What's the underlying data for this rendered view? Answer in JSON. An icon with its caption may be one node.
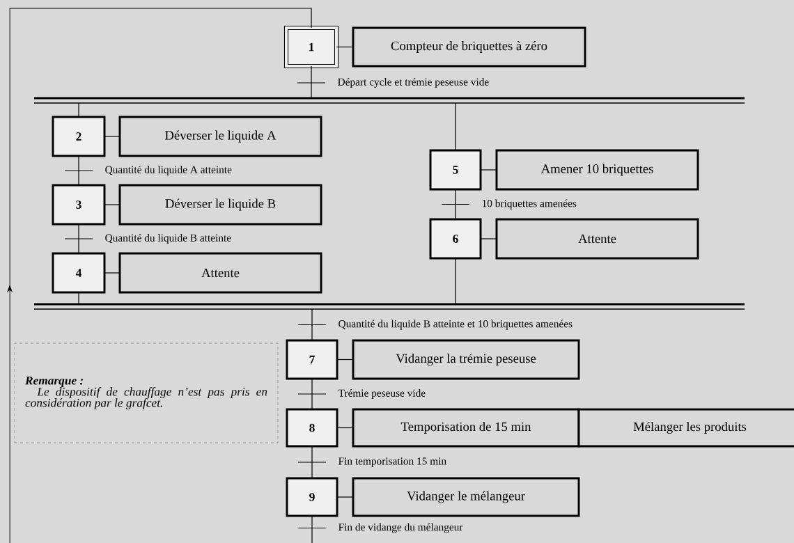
{
  "diagram": {
    "nodes": [
      {
        "text": [
          "1"
        ]
      },
      {
        "text": [
          "Compteur de briquettes à zéro"
        ]
      },
      {
        "text": [],
        "shape": "bar"
      },
      {
        "text": [
          "2"
        ]
      },
      {
        "text": [
          "Déverser le liquide A"
        ]
      },
      {
        "text": [
          "3"
        ]
      },
      {
        "text": [
          "Déverser le liquide B"
        ]
      },
      {
        "text": [
          "4"
        ]
      },
      {
        "text": [
          "Attente"
        ]
      },
      {
        "text": [
          "5"
        ]
      },
      {
        "text": [
          "Amener 10 briquettes"
        ]
      },
      {
        "text": [
          "6"
        ]
      },
      {
        "text": [
          "Attente"
        ]
      },
      {
        "text": [],
        "shape": "bar"
      },
      {
        "text": [
          "7"
        ]
      },
      {
        "text": [
          "Vidanger la trémie peseuse"
        ]
      },
      {
        "text": [
          "8"
        ]
      },
      {
        "text": [
          "Temporisation de 15 min"
        ]
      },
      {
        "text": [
          "Mélanger les produits"
        ]
      },
      {
        "text": [
          "9"
        ]
      },
      {
        "text": [
          "Vidanger le mélangeur"
        ]
      },
      {
        "text": [
          "Remarque :",
          "Le dispositif de chauffage n’est pas pris en considération par le grafcet."
        ]
      }
    ],
    "edges": [
      {
        "from": 0,
        "to": 1,
        "arrow": "none"
      },
      {
        "from": 0,
        "to": 2,
        "arrow": "none",
        "label": "Départ cycle et trémie peseuse vide"
      },
      {
        "from": 2,
        "to": 3,
        "arrow": "none"
      },
      {
        "from": 2,
        "to": 9,
        "arrow": "none"
      },
      {
        "from": 3,
        "to": 4,
        "arrow": "none"
      },
      {
        "from": 3,
        "to": 5,
        "arrow": "none",
        "label": "Quantité du liquide A atteinte"
      },
      {
        "from": 5,
        "to": 6,
        "arrow": "none"
      },
      {
        "from": 5,
        "to": 7,
        "arrow": "none",
        "label": "Quantité du liquide B atteinte"
      },
      {
        "from": 7,
        "to": 8,
        "arrow": "none"
      },
      {
        "from": 9,
        "to": 10,
        "arrow": "none"
      },
      {
        "from": 9,
        "to": 11,
        "arrow": "none",
        "label": "10 briquettes amenées"
      },
      {
        "from": 11,
        "to": 12,
        "arrow": "none"
      },
      {
        "from": 7,
        "to": 13,
        "arrow": "none"
      },
      {
        "from": 11,
        "to": 13,
        "arrow": "none"
      },
      {
        "from": 13,
        "to": 14,
        "arrow": "none",
        "label": "Quantité du liquide B atteinte et 10 briquettes amenées"
      },
      {
        "from": 14,
        "to": 15,
        "arrow": "none"
      },
      {
        "from": 14,
        "to": 16,
        "arrow": "none",
        "label": "Trémie peseuse vide"
      },
      {
        "from": 16,
        "to": 17,
        "arrow": "none"
      },
      {
        "from": 16,
        "to": 19,
        "arrow": "none",
        "label": "Fin temporisation 15 min"
      },
      {
        "from": 19,
        "to": 20,
        "arrow": "none"
      },
      {
        "from": 19,
        "to": 0,
        "arrow": "to",
        "label": "Fin de vidange du mélangeur"
      }
    ]
  }
}
